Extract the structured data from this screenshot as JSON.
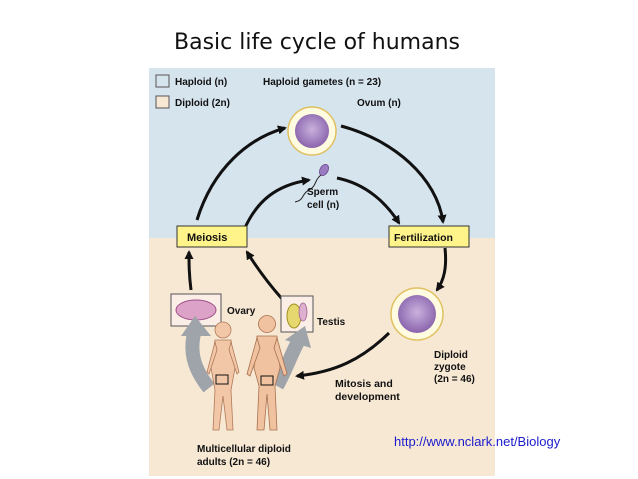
{
  "slide": {
    "title": "Basic life cycle of humans",
    "url": "http://www.nclark.net/Biology"
  },
  "legend": {
    "haploid": {
      "label": "Haploid (n)",
      "color": "#d6e4ee"
    },
    "diploid": {
      "label": "Diploid (2n)",
      "color": "#f7e8d4"
    }
  },
  "labels": {
    "gametes": "Haploid gametes (n = 23)",
    "ovum": "Ovum (n)",
    "sperm_line1": "Sperm",
    "sperm_line2": "cell (n)",
    "meiosis": "Meiosis",
    "fertilization": "Fertilization",
    "ovary": "Ovary",
    "testis": "Testis",
    "zygote_line1": "Diploid",
    "zygote_line2": "zygote",
    "zygote_line3": "(2n = 46)",
    "mitosis_line1": "Mitosis and",
    "mitosis_line2": "development",
    "adults_line1": "Multicellular diploid",
    "adults_line2": "adults (2n = 46)"
  },
  "colors": {
    "box_fill": "#fff48a",
    "cell_fill": "#a07fbf",
    "ring_fill": "#fffbe0",
    "arrow": "#111111",
    "gray_arrow": "#9ea4aa"
  }
}
